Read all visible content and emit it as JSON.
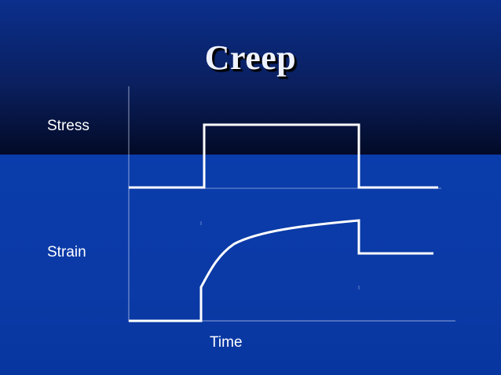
{
  "slide": {
    "title": "Creep",
    "stress_label": "Stress",
    "strain_label": "Strain",
    "time_label": "Time"
  },
  "colors": {
    "background_top": "#03102f",
    "background_bottom": "#0a3ca8",
    "line": "#ffffff"
  }
}
